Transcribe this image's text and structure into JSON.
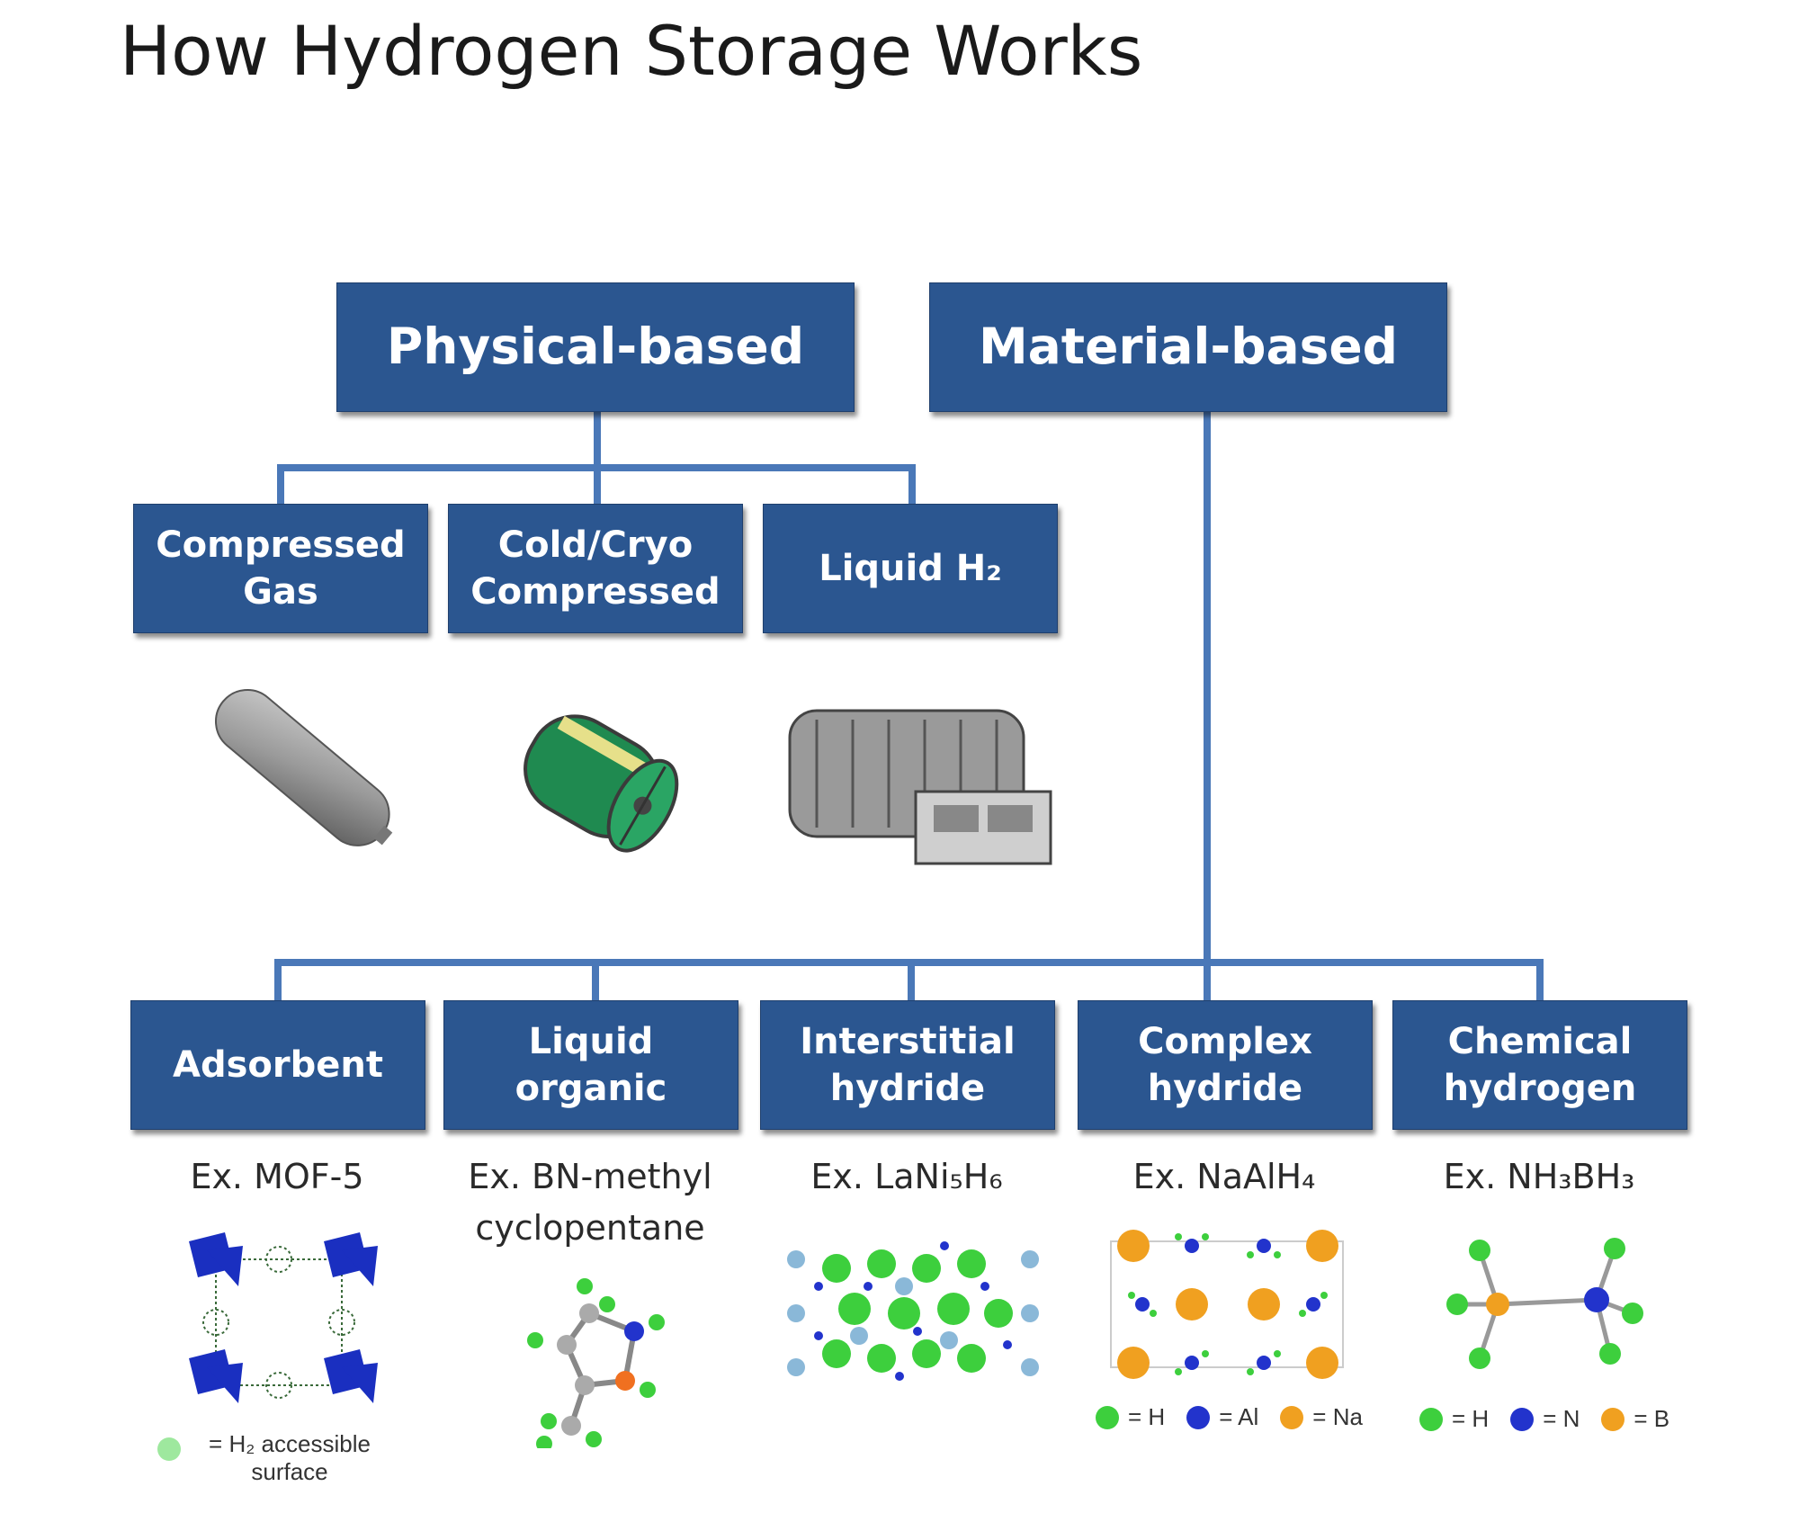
{
  "title": "How Hydrogen Storage Works",
  "top_categories": {
    "physical": "Physical-based",
    "material": "Material-based"
  },
  "physical_methods": [
    {
      "label": "Compressed\nGas"
    },
    {
      "label": "Cold/Cryo\nCompressed"
    },
    {
      "label": "Liquid H₂"
    }
  ],
  "material_methods": [
    {
      "label": "Adsorbent",
      "example": "Ex. MOF-5"
    },
    {
      "label": "Liquid\norganic",
      "example": "Ex. BN-methyl\ncyclopentane"
    },
    {
      "label": "Interstitial\nhydride",
      "example": "Ex. LaNi₅H₆"
    },
    {
      "label": "Complex\nhydride",
      "example": "Ex. NaAlH₄"
    },
    {
      "label": "Chemical\nhydrogen",
      "example": "Ex. NH₃BH₃"
    }
  ],
  "legends": {
    "adsorbent": {
      "label": "= H₂ accessible\nsurface"
    },
    "complex": [
      {
        "label": "= H",
        "color": "#3dcf3d"
      },
      {
        "label": "= Al",
        "color": "#2233cc"
      },
      {
        "label": "= Na",
        "color": "#f0a020"
      }
    ],
    "chemical": [
      {
        "label": "= H",
        "color": "#3dcf3d"
      },
      {
        "label": "= N",
        "color": "#2233cc"
      },
      {
        "label": "= B",
        "color": "#f0a020"
      }
    ]
  },
  "colors": {
    "box": "#2b5690",
    "connector": "#4a78b8"
  }
}
